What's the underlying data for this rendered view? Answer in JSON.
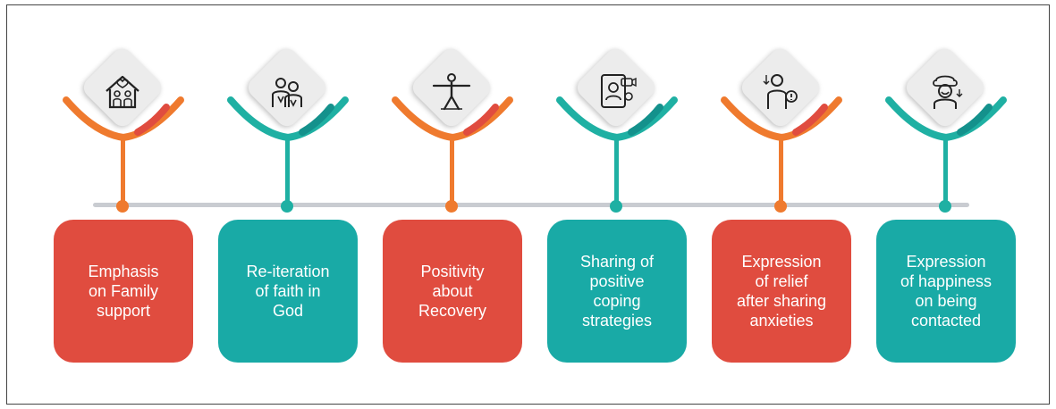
{
  "diagram": {
    "items": [
      {
        "label": "Emphasis\non Family\nsupport",
        "icon": "family-house-icon",
        "theme": "red"
      },
      {
        "label": "Re-iteration\nof faith in\nGod",
        "icon": "praying-people-icon",
        "theme": "teal"
      },
      {
        "label": "Positivity\nabout\nRecovery",
        "icon": "stretching-person-icon",
        "theme": "red"
      },
      {
        "label": "Sharing of\npositive\ncoping\nstrategies",
        "icon": "video-call-icon",
        "theme": "teal"
      },
      {
        "label": "Expression\nof relief\nafter sharing\nanxieties",
        "icon": "person-thinking-icon",
        "theme": "red"
      },
      {
        "label": "Expression\nof happiness\non being\ncontacted",
        "icon": "happy-person-icon",
        "theme": "teal"
      }
    ],
    "colors": {
      "red_card": "#e04c3f",
      "teal_card": "#19aaa6",
      "orange_accent": "#ef7a2e",
      "teal_accent": "#1fb0a3",
      "timeline": "#c9ccd1"
    }
  }
}
